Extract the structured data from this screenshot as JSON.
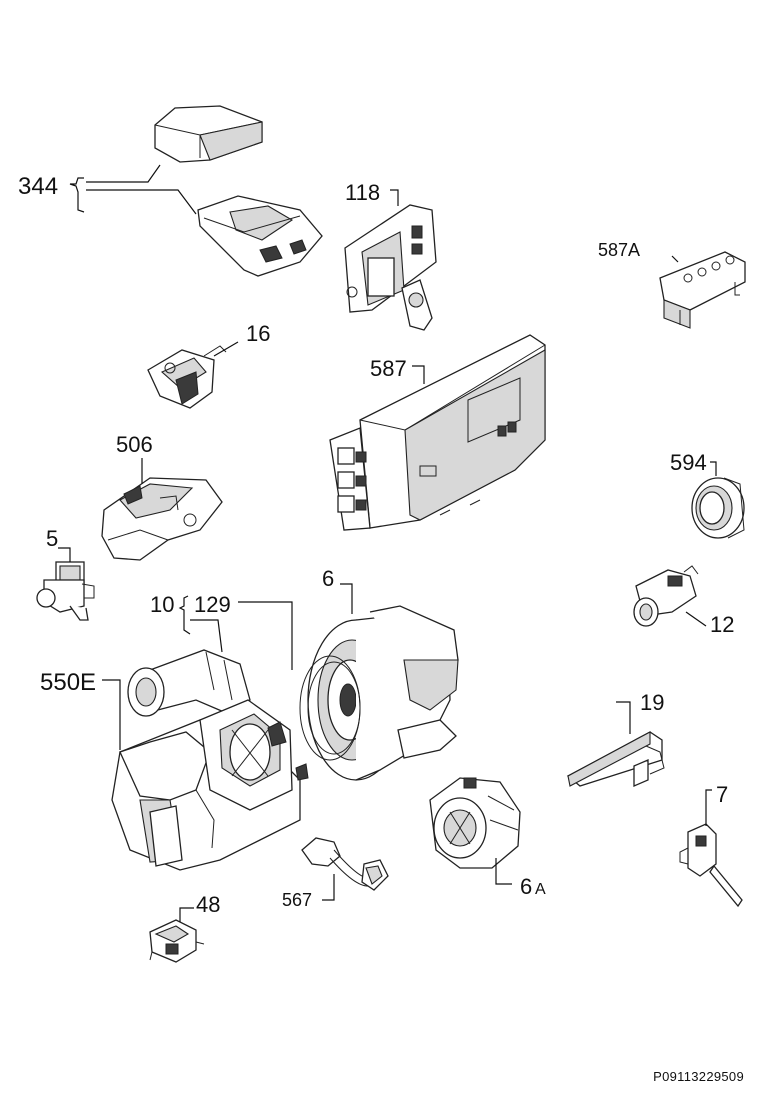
{
  "labels": {
    "l344": "344",
    "l118": "118",
    "l587A": "587A",
    "l16": "16",
    "l587": "587",
    "l506": "506",
    "l594": "594",
    "l5": "5",
    "l6": "6",
    "l10": "10",
    "l129": "129",
    "l12": "12",
    "l550E": "550E",
    "l19": "19",
    "l7": "7",
    "l567": "567",
    "l6A_num": "6",
    "l6A_suf": "A",
    "l48": "48"
  },
  "reference": "P09113229509"
}
